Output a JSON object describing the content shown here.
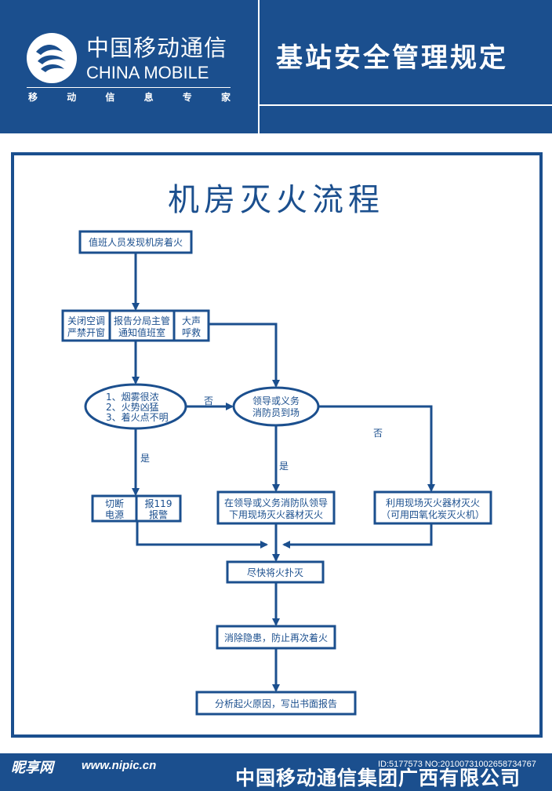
{
  "header": {
    "brand_cn": "中国移动通信",
    "brand_en": "CHINA MOBILE",
    "slogan": [
      "移",
      "动",
      "信",
      "息",
      "专",
      "家"
    ],
    "doc_title": "基站安全管理规定"
  },
  "flowchart": {
    "title": "机房灭火流程",
    "steps": {
      "discover": "值班人员发现机房着火",
      "close_ac_1": "关闭空调",
      "close_ac_2": "严禁开窗",
      "report_1": "报告分局主管",
      "report_2": "通知值班室",
      "shout_1": "大声",
      "shout_2": "呼救",
      "cond_1": "1、烟雾很浓",
      "cond_2": "2、火势凶猛",
      "cond_3": "3、着火点不明",
      "leader_1": "领导或义务",
      "leader_2": "消防员到场",
      "cut_1": "切断",
      "cut_2": "电源",
      "alarm_1": "报119",
      "alarm_2": "报警",
      "guided_1": "在领导或义务消防队领导",
      "guided_2": "下用现场灭火器材灭火",
      "self_1": "利用现场灭火器材灭火",
      "self_2": "（可用四氧化炭灭火机）",
      "extinguish": "尽快将火扑灭",
      "eliminate": "消除隐患，防止再次着火",
      "analyze": "分析起火原因，写出书面报告"
    },
    "labels": {
      "no_1": "否",
      "no_2": "否",
      "yes_1": "是",
      "yes_2": "是"
    }
  },
  "footer": {
    "watermark_site": "昵享网",
    "watermark_url": "www.nipic.cn",
    "company": "中国移动通信集团广西有限公司",
    "image_id": "ID:5177573 NO:20100731002658734767"
  },
  "colors": {
    "brand_blue": "#1b4f8e",
    "background": "#ffffff"
  }
}
